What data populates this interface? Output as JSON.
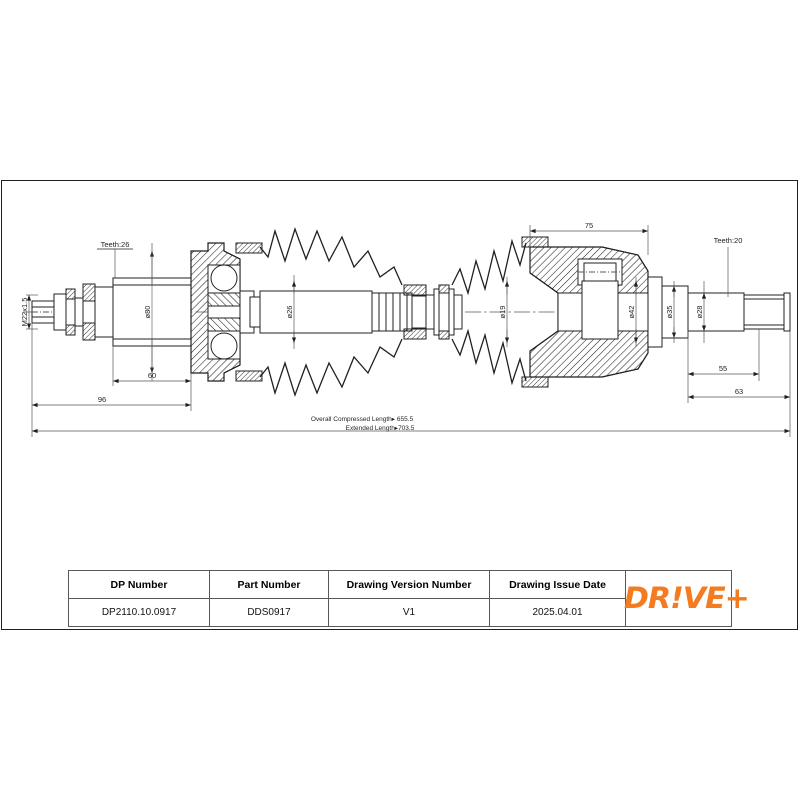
{
  "document": {
    "type": "engineering-drawing",
    "subject": "CV joint drive shaft assembly"
  },
  "drawing": {
    "notes": {
      "overall_compressed": "Overall  Compressed  Length▸ 655.5",
      "extended": "Extended  Length▸703.5"
    },
    "labels": {
      "teeth_left": "Teeth:26",
      "teeth_right": "Teeth:20",
      "thread_left": "M22x1.5",
      "dia_80": "ø80",
      "dia_26": "ø26",
      "dia_19": "ø19",
      "dia_42": "ø42",
      "dia_35": "ø35",
      "dia_28": "ø28"
    },
    "dimensions": {
      "d60": "60",
      "d96": "96",
      "d75": "75",
      "d55": "55",
      "d63": "63"
    }
  },
  "title_block": {
    "headers": [
      "DP Number",
      "Part Number",
      "Drawing Version Number",
      "Drawing Issue Date"
    ],
    "values": [
      "DP2110.10.0917",
      "DDS0917",
      "V1",
      "2025.04.01"
    ],
    "logo": {
      "text_a": "DR",
      "text_bang": "!",
      "text_b": "VE+",
      "color": "#F47B20"
    }
  },
  "colors": {
    "line": "#231f20",
    "thin": "#58585a",
    "accent": "#F47B20",
    "background": "#ffffff"
  }
}
